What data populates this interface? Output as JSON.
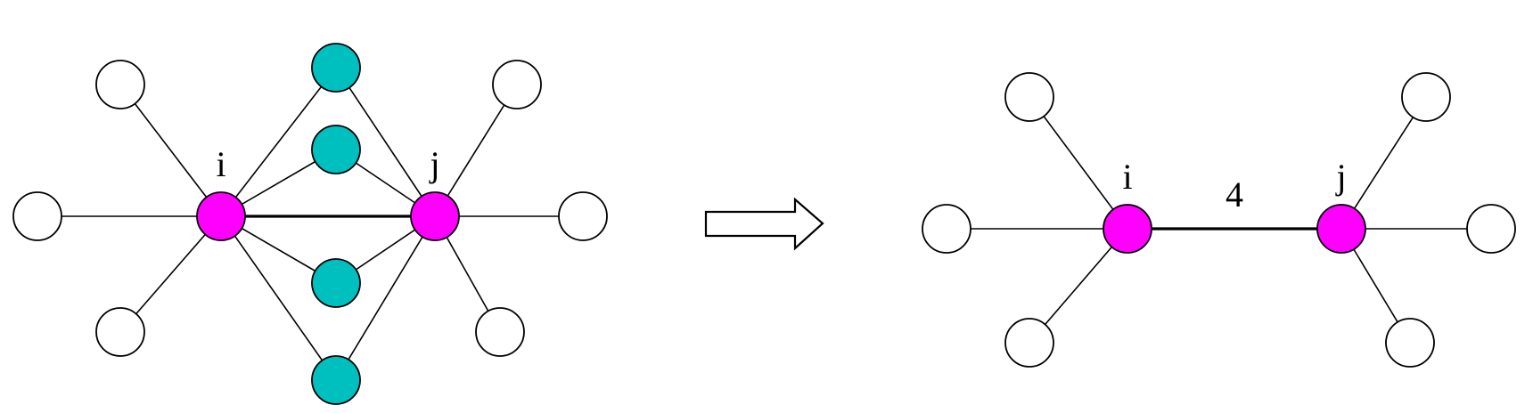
{
  "colors": {
    "hub": "#ff00ff",
    "common_neighbor": "#00bfbf",
    "neighbor": "#ffffff",
    "stroke": "#000000"
  },
  "left_graph": {
    "label_i": "i",
    "label_j": "j"
  },
  "right_graph": {
    "label_i": "i",
    "label_j": "j",
    "edge_weight": "4"
  },
  "arrow": {
    "icon": "right-arrow-icon"
  }
}
